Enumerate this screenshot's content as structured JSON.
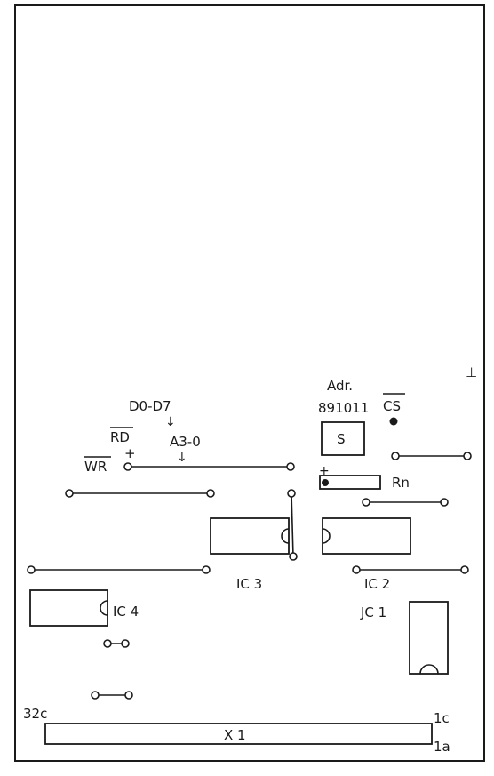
{
  "labels": {
    "adr": "Adr.",
    "adr_bits": "891011",
    "cs": "CS",
    "ground": "⊥",
    "data_bus": "D0-D7",
    "rd": "RD",
    "wr": "WR",
    "addr": "A3-0",
    "plus_left": "+",
    "plus_right": "+",
    "switch": "S",
    "resistor_net": "Rn",
    "ic1": "JC 1",
    "ic2": "IC 2",
    "ic3": "IC 3",
    "ic4": "IC 4",
    "connector": "X 1",
    "pin_32c": "32c",
    "pin_1c": "1c",
    "pin_1a": "1a"
  },
  "arrows": {
    "down": "↓"
  }
}
